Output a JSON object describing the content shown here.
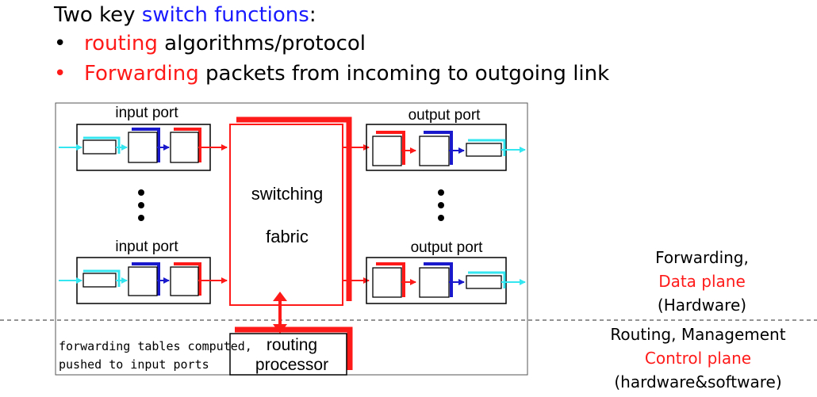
{
  "header": {
    "title_prefix": "Two key ",
    "title_highlight": "switch functions",
    "title_suffix": ":"
  },
  "bullets": [
    {
      "symbol": "•",
      "highlight": "routing",
      "rest": " algorithms/protocol",
      "bullet_color": "#000000"
    },
    {
      "symbol": "•",
      "highlight": "Forwarding",
      "rest": " packets from incoming to outgoing link",
      "bullet_color": "#ff1a1a"
    }
  ],
  "diagram": {
    "input_port_top": "input port",
    "input_port_bottom": "input port",
    "output_port_top": "output port",
    "output_port_bottom": "output port",
    "fabric_line1": "switching",
    "fabric_line2": "fabric",
    "routing_line1": "routing",
    "routing_line2": "processor",
    "note_line1": "forwarding tables computed,",
    "note_line2": "pushed to input ports"
  },
  "planes": {
    "forwarding_title": "Forwarding,",
    "forwarding_plane": "Data plane",
    "forwarding_impl": "(Hardware)",
    "routing_title": "Routing, Management",
    "routing_plane": "Control plane",
    "routing_impl": "(hardware&software)"
  },
  "colors": {
    "highlight_blue": "#1a1aff",
    "highlight_red": "#ff1a1a",
    "arrow_cyan": "#33e6f0",
    "arrow_red": "#ff1a1a",
    "arrow_blue": "#1a1acc"
  }
}
